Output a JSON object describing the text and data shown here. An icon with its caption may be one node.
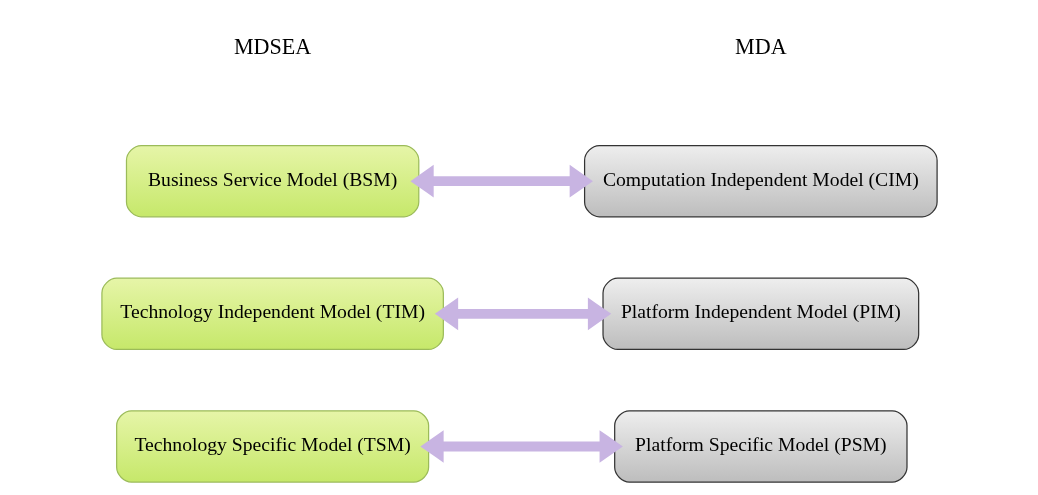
{
  "diagram": {
    "nodes": [
      {
        "text": [
          "Business Service Model (BSM)"
        ]
      },
      {
        "text": [
          "Technology Independent Model (TIM)"
        ]
      },
      {
        "text": [
          "Technology Specific Model (TSM)"
        ]
      },
      {
        "text": [
          "Computation Independent Model (CIM)"
        ]
      },
      {
        "text": [
          "Platform Independent Model (PIM)"
        ]
      },
      {
        "text": [
          "Platform Specific Model (PSM)"
        ]
      }
    ],
    "edges": [
      {
        "from": 0,
        "to": 3,
        "arrow": "both"
      },
      {
        "from": 1,
        "to": 4,
        "arrow": "both"
      },
      {
        "from": 2,
        "to": 5,
        "arrow": "both"
      }
    ],
    "labels": [
      "MDSEA",
      "MDA"
    ]
  }
}
